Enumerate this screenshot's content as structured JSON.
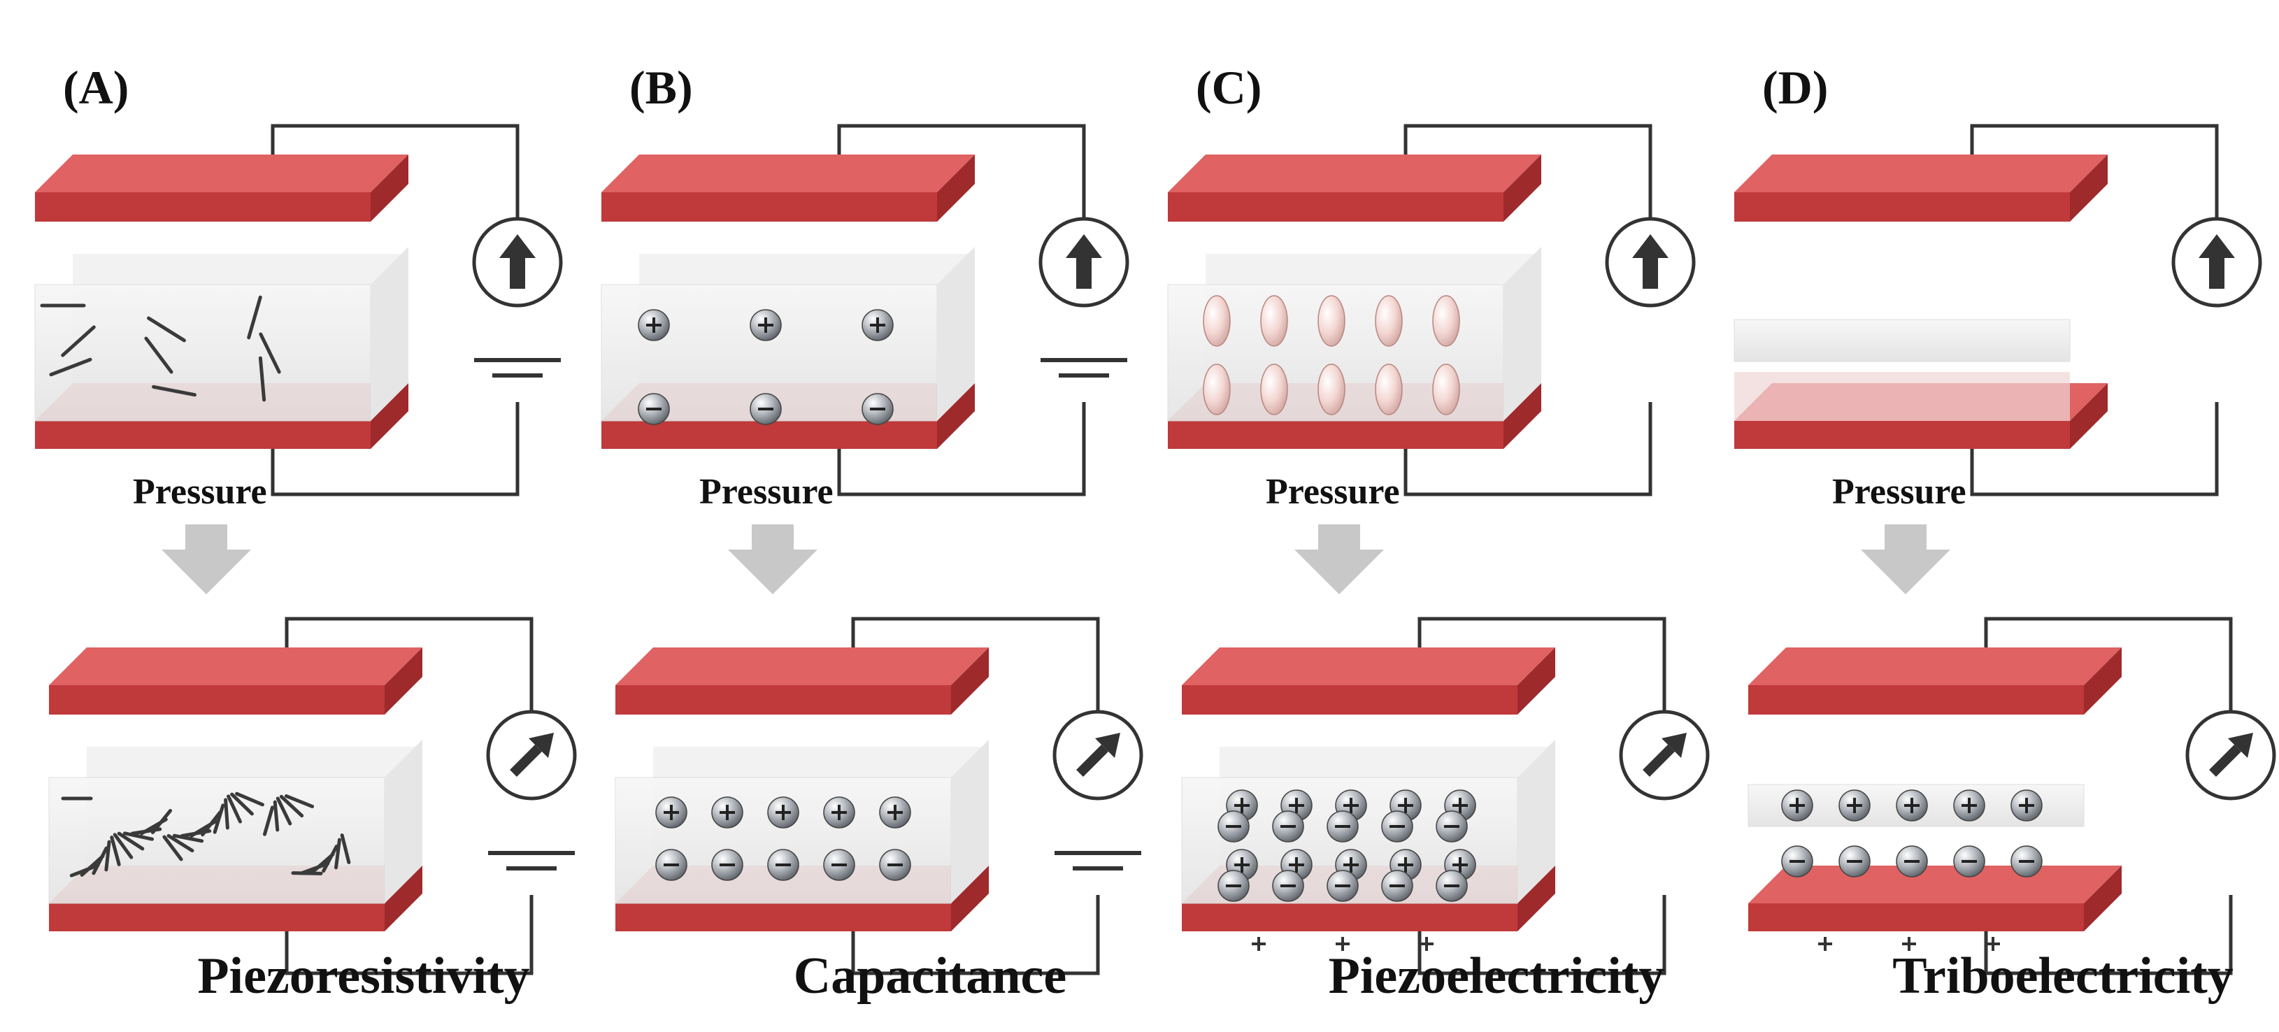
{
  "panels": [
    {
      "id": "A",
      "letter": "(A)",
      "pressure_label": "Pressure",
      "title": "Piezoresistivity",
      "mechanism": "piezoresistive"
    },
    {
      "id": "B",
      "letter": "(B)",
      "pressure_label": "Pressure",
      "title": "Capacitance",
      "mechanism": "capacitive"
    },
    {
      "id": "C",
      "letter": "(C)",
      "pressure_label": "Pressure",
      "title": "Piezoelectricity",
      "mechanism": "piezoelectric"
    },
    {
      "id": "D",
      "letter": "(D)",
      "pressure_label": "Pressure",
      "title": "Triboelectricity",
      "mechanism": "triboelectric"
    }
  ],
  "colors": {
    "electrode_top": "#e06262",
    "electrode_front": "#c0393b",
    "electrode_side": "#9e2a2c",
    "dielectric": "#eeeeee",
    "wire": "#333333",
    "arrow": "#c8c8c8",
    "ion": "#8a8f96",
    "dipole": "#f1d0cc"
  },
  "icons": [
    "ammeter-icon",
    "battery-icon",
    "pressure-arrow-icon",
    "positive-ion-icon",
    "negative-ion-icon",
    "dipole-icon"
  ]
}
